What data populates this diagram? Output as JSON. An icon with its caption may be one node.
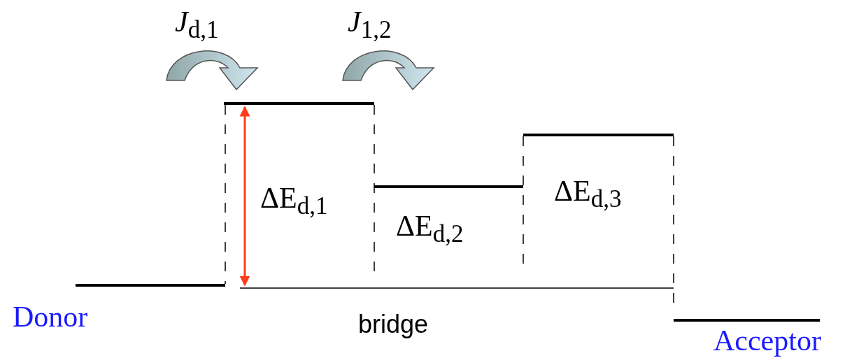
{
  "diagram": {
    "labels": [
      "*J*$_{d,1}$",
      "*J*$_{1,2}$",
      "ΔE$_{d,1}$",
      "ΔE$_{d,3}$",
      "ΔE$_{d,2}$",
      "Donor",
      "bridge",
      "Acceptor"
    ]
  }
}
